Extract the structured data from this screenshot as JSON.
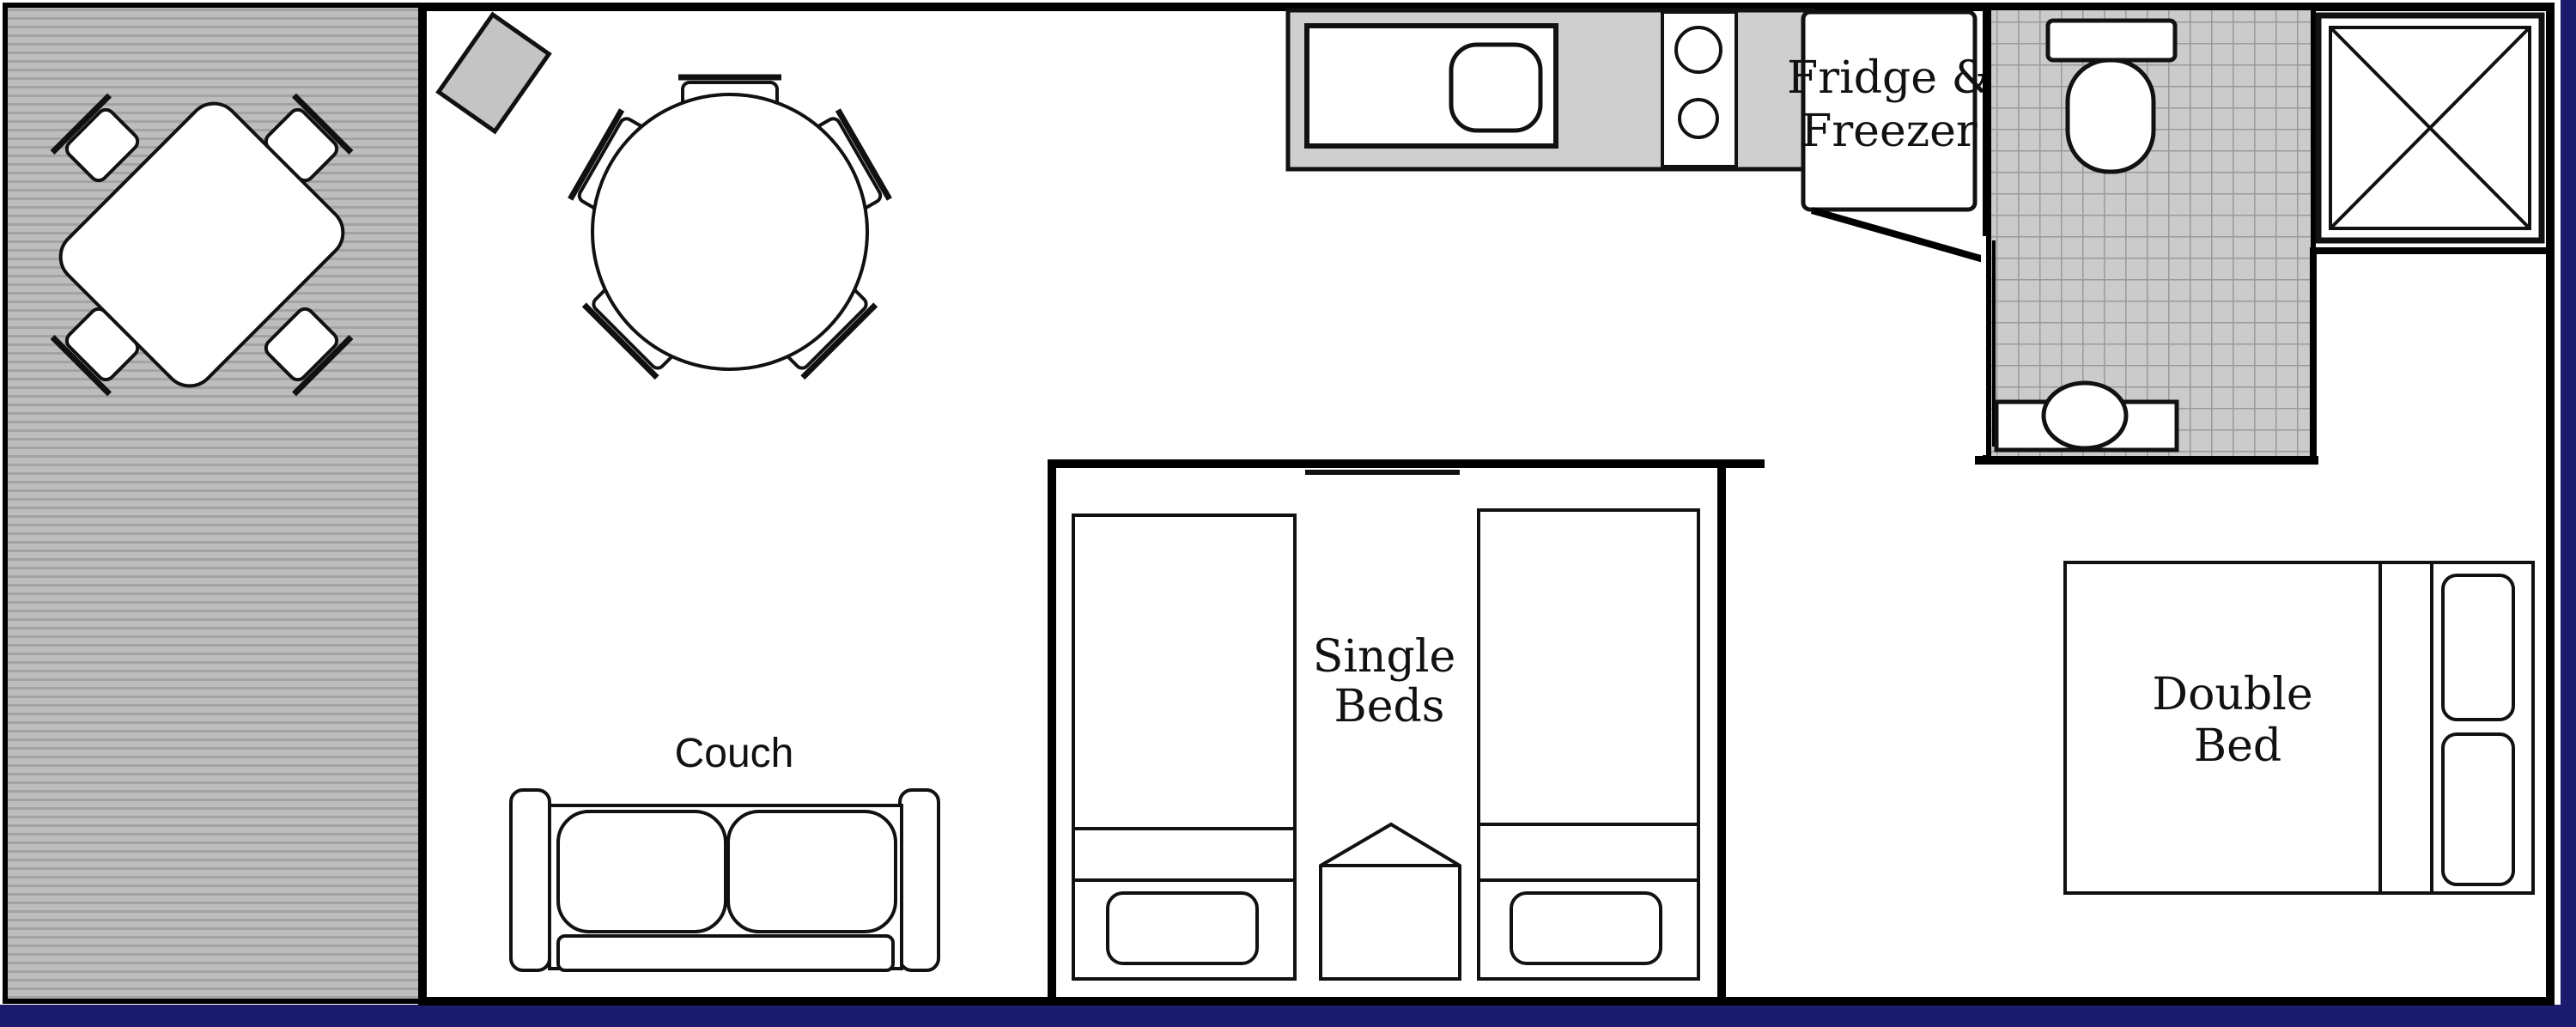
{
  "labels": {
    "fridge_line1": "Fridge &",
    "fridge_line2": "Freezer",
    "couch": "Couch",
    "single_beds_line1": "Single",
    "single_beds_line2": "Beds",
    "double_bed_line1": "Double",
    "double_bed_line2": "Bed"
  },
  "colors": {
    "deck": "#b9b9b9",
    "deck_stripe": "#a2a2a2",
    "bathroom_floor": "#c9c9c9",
    "bathroom_grid": "#9a9a9a",
    "counter": "#cfcfcf",
    "frame_border": "#1c1c6e",
    "wall": "#000000"
  },
  "icons": {
    "outdoor_table": "square-table-with-four-chairs",
    "dining_table": "round-table-with-five-chairs",
    "kitchen_sink": "sink-icon",
    "cooktop": "two-burner-cooktop-icon",
    "toilet": "toilet-icon",
    "shower": "shower-icon",
    "basin": "basin-icon"
  }
}
